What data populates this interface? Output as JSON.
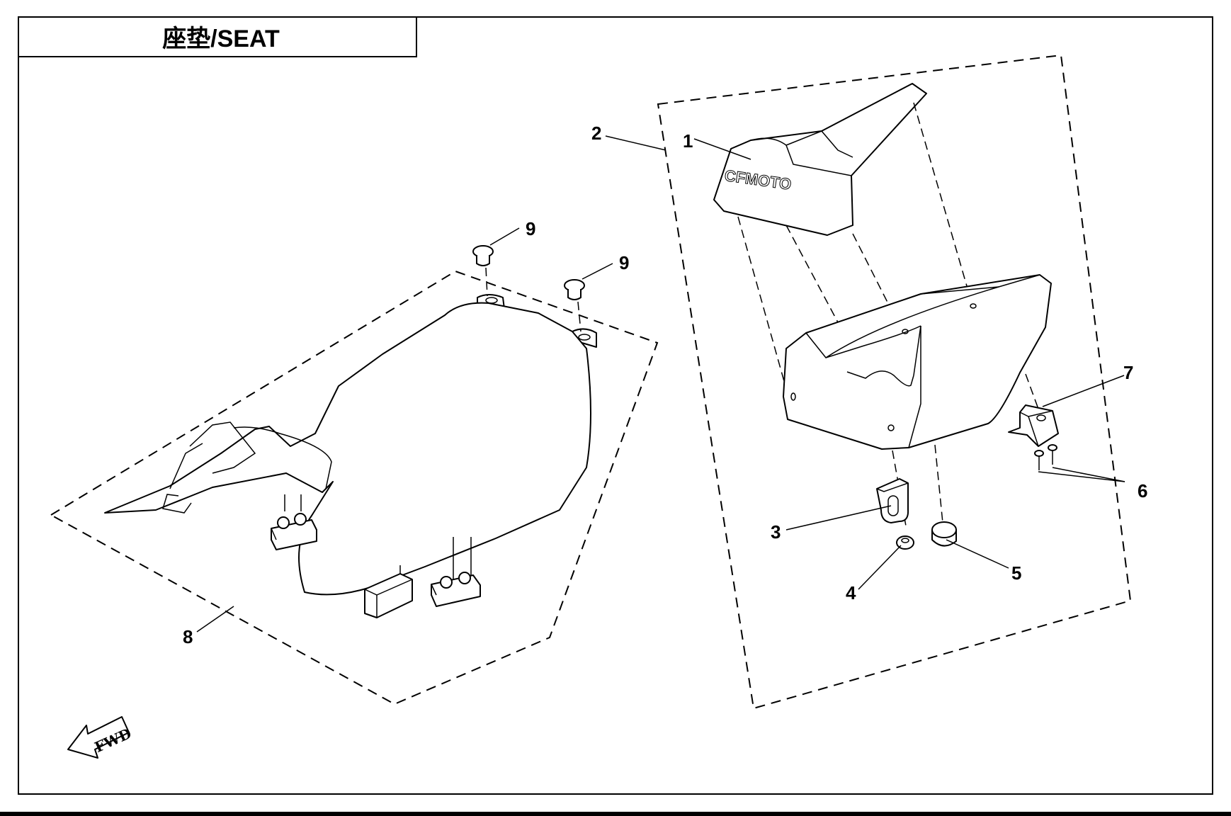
{
  "title": "座垫/SEAT",
  "logo_text": "CFMOTO",
  "fwd_label": "FWD",
  "callouts": [
    "1",
    "2",
    "3",
    "4",
    "5",
    "6",
    "7",
    "8",
    "9",
    "9"
  ]
}
